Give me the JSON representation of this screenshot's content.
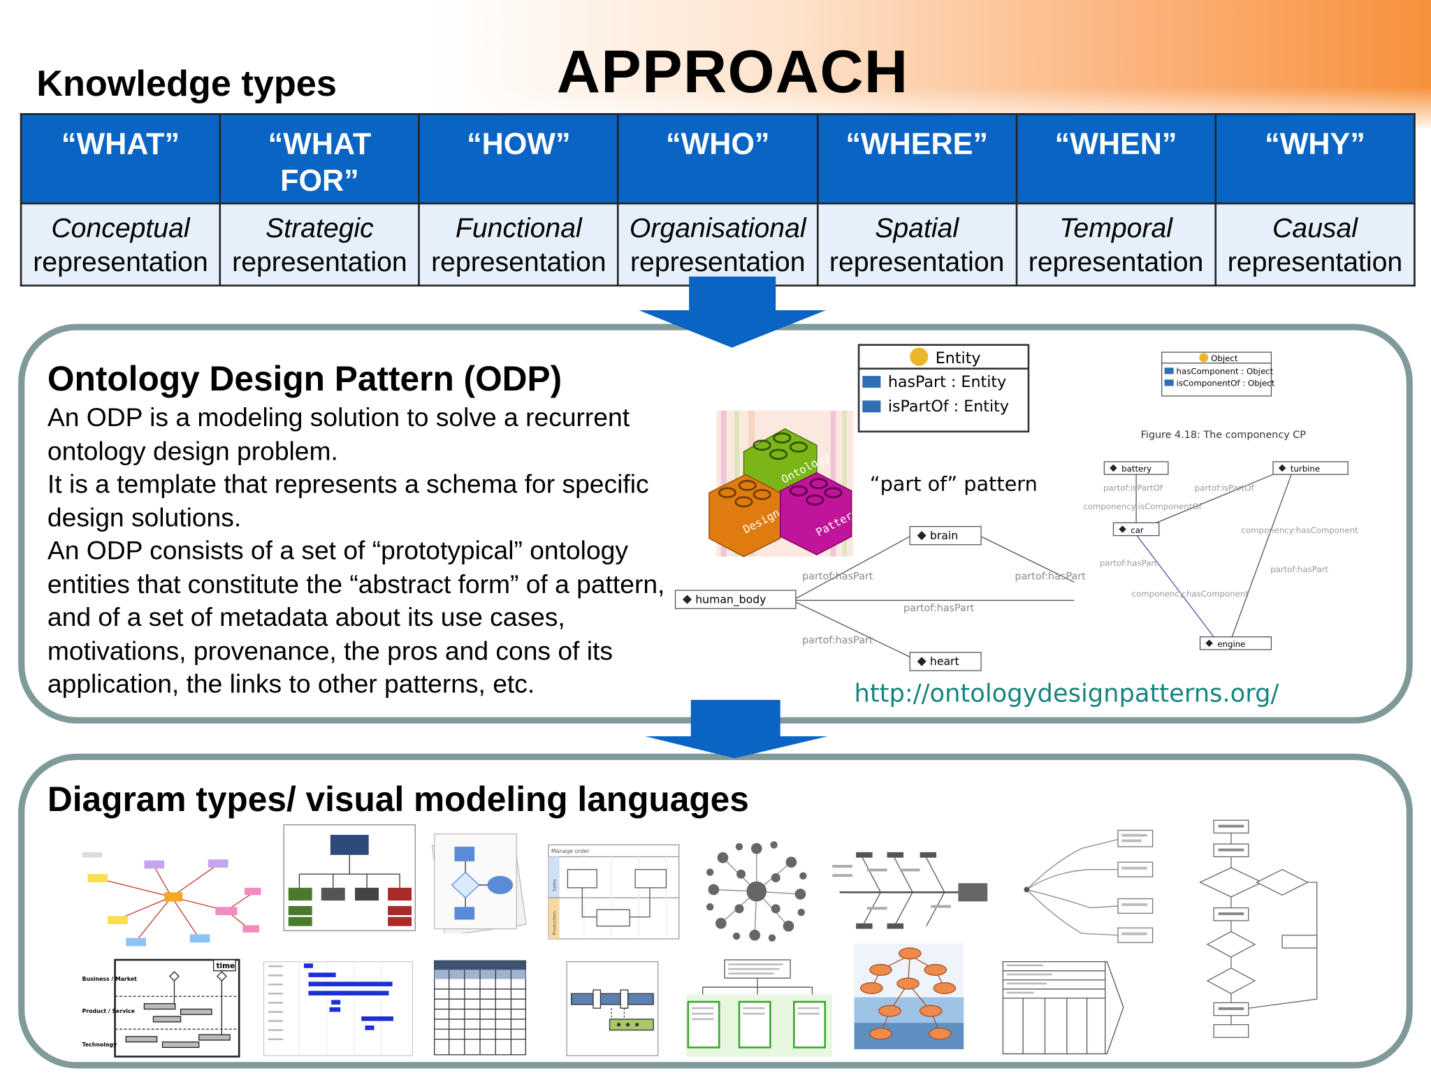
{
  "header": {
    "left_title": "Knowledge types",
    "main_title": "APPROACH"
  },
  "knowledge_table": {
    "columns": [
      {
        "question": "“WHAT”",
        "kind": "Conceptual",
        "rep": "representation"
      },
      {
        "question": "“WHAT FOR”",
        "kind": "Strategic",
        "rep": "representation"
      },
      {
        "question": "“HOW”",
        "kind": "Functional",
        "rep": "representation"
      },
      {
        "question": "“WHO”",
        "kind": "Organisational",
        "rep": "representation"
      },
      {
        "question": "“WHERE”",
        "kind": "Spatial",
        "rep": "representation"
      },
      {
        "question": "“WHEN”",
        "kind": "Temporal",
        "rep": "representation"
      },
      {
        "question": "“WHY”",
        "kind": "Causal",
        "rep": "representation"
      }
    ]
  },
  "odp": {
    "title": "Ontology Design Pattern (ODP)",
    "paragraphs": [
      "An ODP is a modeling solution to solve a recurrent ontology design problem.",
      "It is a template that represents a schema for specific design solutions.",
      "An ODP consists of a set of “prototypical” ontology entities that constitute the “abstract form” of a pattern, and of a set of metadata about its use cases, motivations, provenance, the pros and cons of its application, the links to other patterns, etc."
    ],
    "url": "http://ontologydesignpatterns.org/",
    "figure": {
      "entity_box": {
        "title": "Entity",
        "rows": [
          "hasPart : Entity",
          "isPartOf : Entity"
        ]
      },
      "pattern_caption": "“part of” pattern",
      "logo_words": [
        "Ontology",
        "Design",
        "Patterns"
      ],
      "partof_nodes": [
        "brain",
        "human_body",
        "heart"
      ],
      "partof_edges": [
        "partof:hasPart",
        "partof:hasPart",
        "partof:hasPart",
        "partof:hasPart"
      ],
      "object_box": {
        "title": "Object",
        "rows": [
          "hasComponent : Object",
          "isComponentOf : Object"
        ]
      },
      "figure_caption": "Figure 4.18: The componency CP",
      "componency_nodes": [
        "battery",
        "turbine",
        "car",
        "engine"
      ],
      "componency_edges": [
        "partof:isPartOf",
        "partof:isPartOf",
        "componency:isComponentOf",
        "componency:hasComponent",
        "partof:hasPart",
        "partof:hasPart",
        "componency:hasComponent"
      ]
    }
  },
  "diagrams": {
    "title": "Diagram types/ visual modeling languages",
    "swimlane_labels": [
      "Business / Market",
      "Product / Service",
      "Technology"
    ],
    "time_label": "time",
    "manage_order_label": "Manage order",
    "lane_labels": [
      "Sales",
      "Production"
    ]
  },
  "colors": {
    "table_header": "#0a64c3",
    "table_body": "#e6f0fa",
    "arrow": "#0a64c3",
    "panel_border": "#809a9a",
    "url": "#16847f",
    "banner_orange": "#f7903a"
  }
}
